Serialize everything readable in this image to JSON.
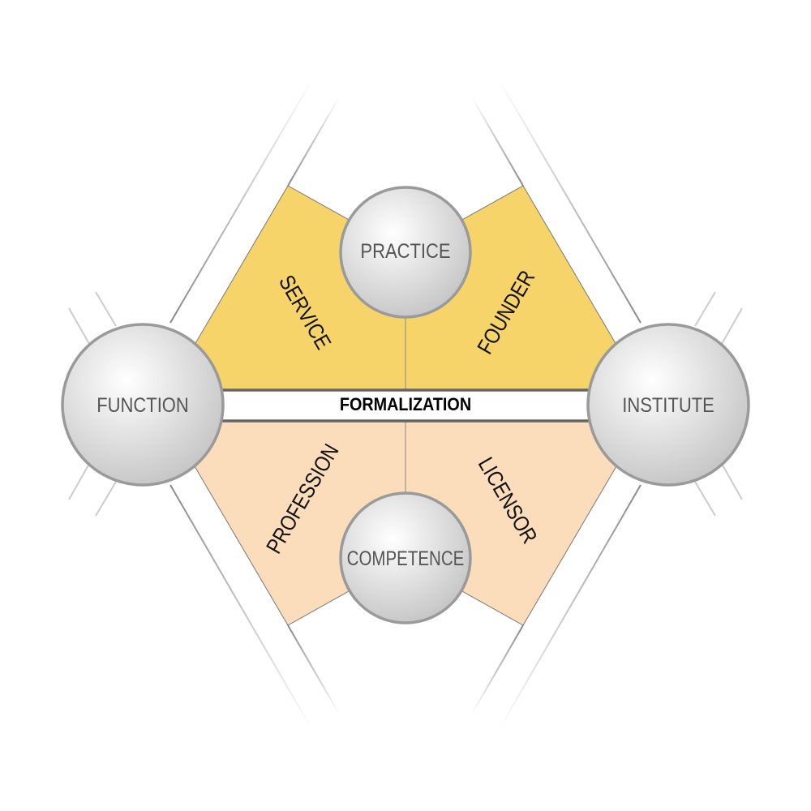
{
  "colors": {
    "upper_fill": "#F7D46A",
    "lower_fill": "#FCDDBB",
    "band_border": "#666666",
    "node_stroke": "#9a9a9a"
  },
  "band": {
    "label": "FORMALIZATION"
  },
  "nodes": {
    "function": "FUNCTION",
    "institute": "INSTITUTE",
    "practice": "PRACTICE",
    "competence": "COMPETENCE"
  },
  "segments": {
    "service": "SERVICE",
    "founder": "FOUNDER",
    "profession": "PROFESSION",
    "licensor": "LICENSOR"
  }
}
